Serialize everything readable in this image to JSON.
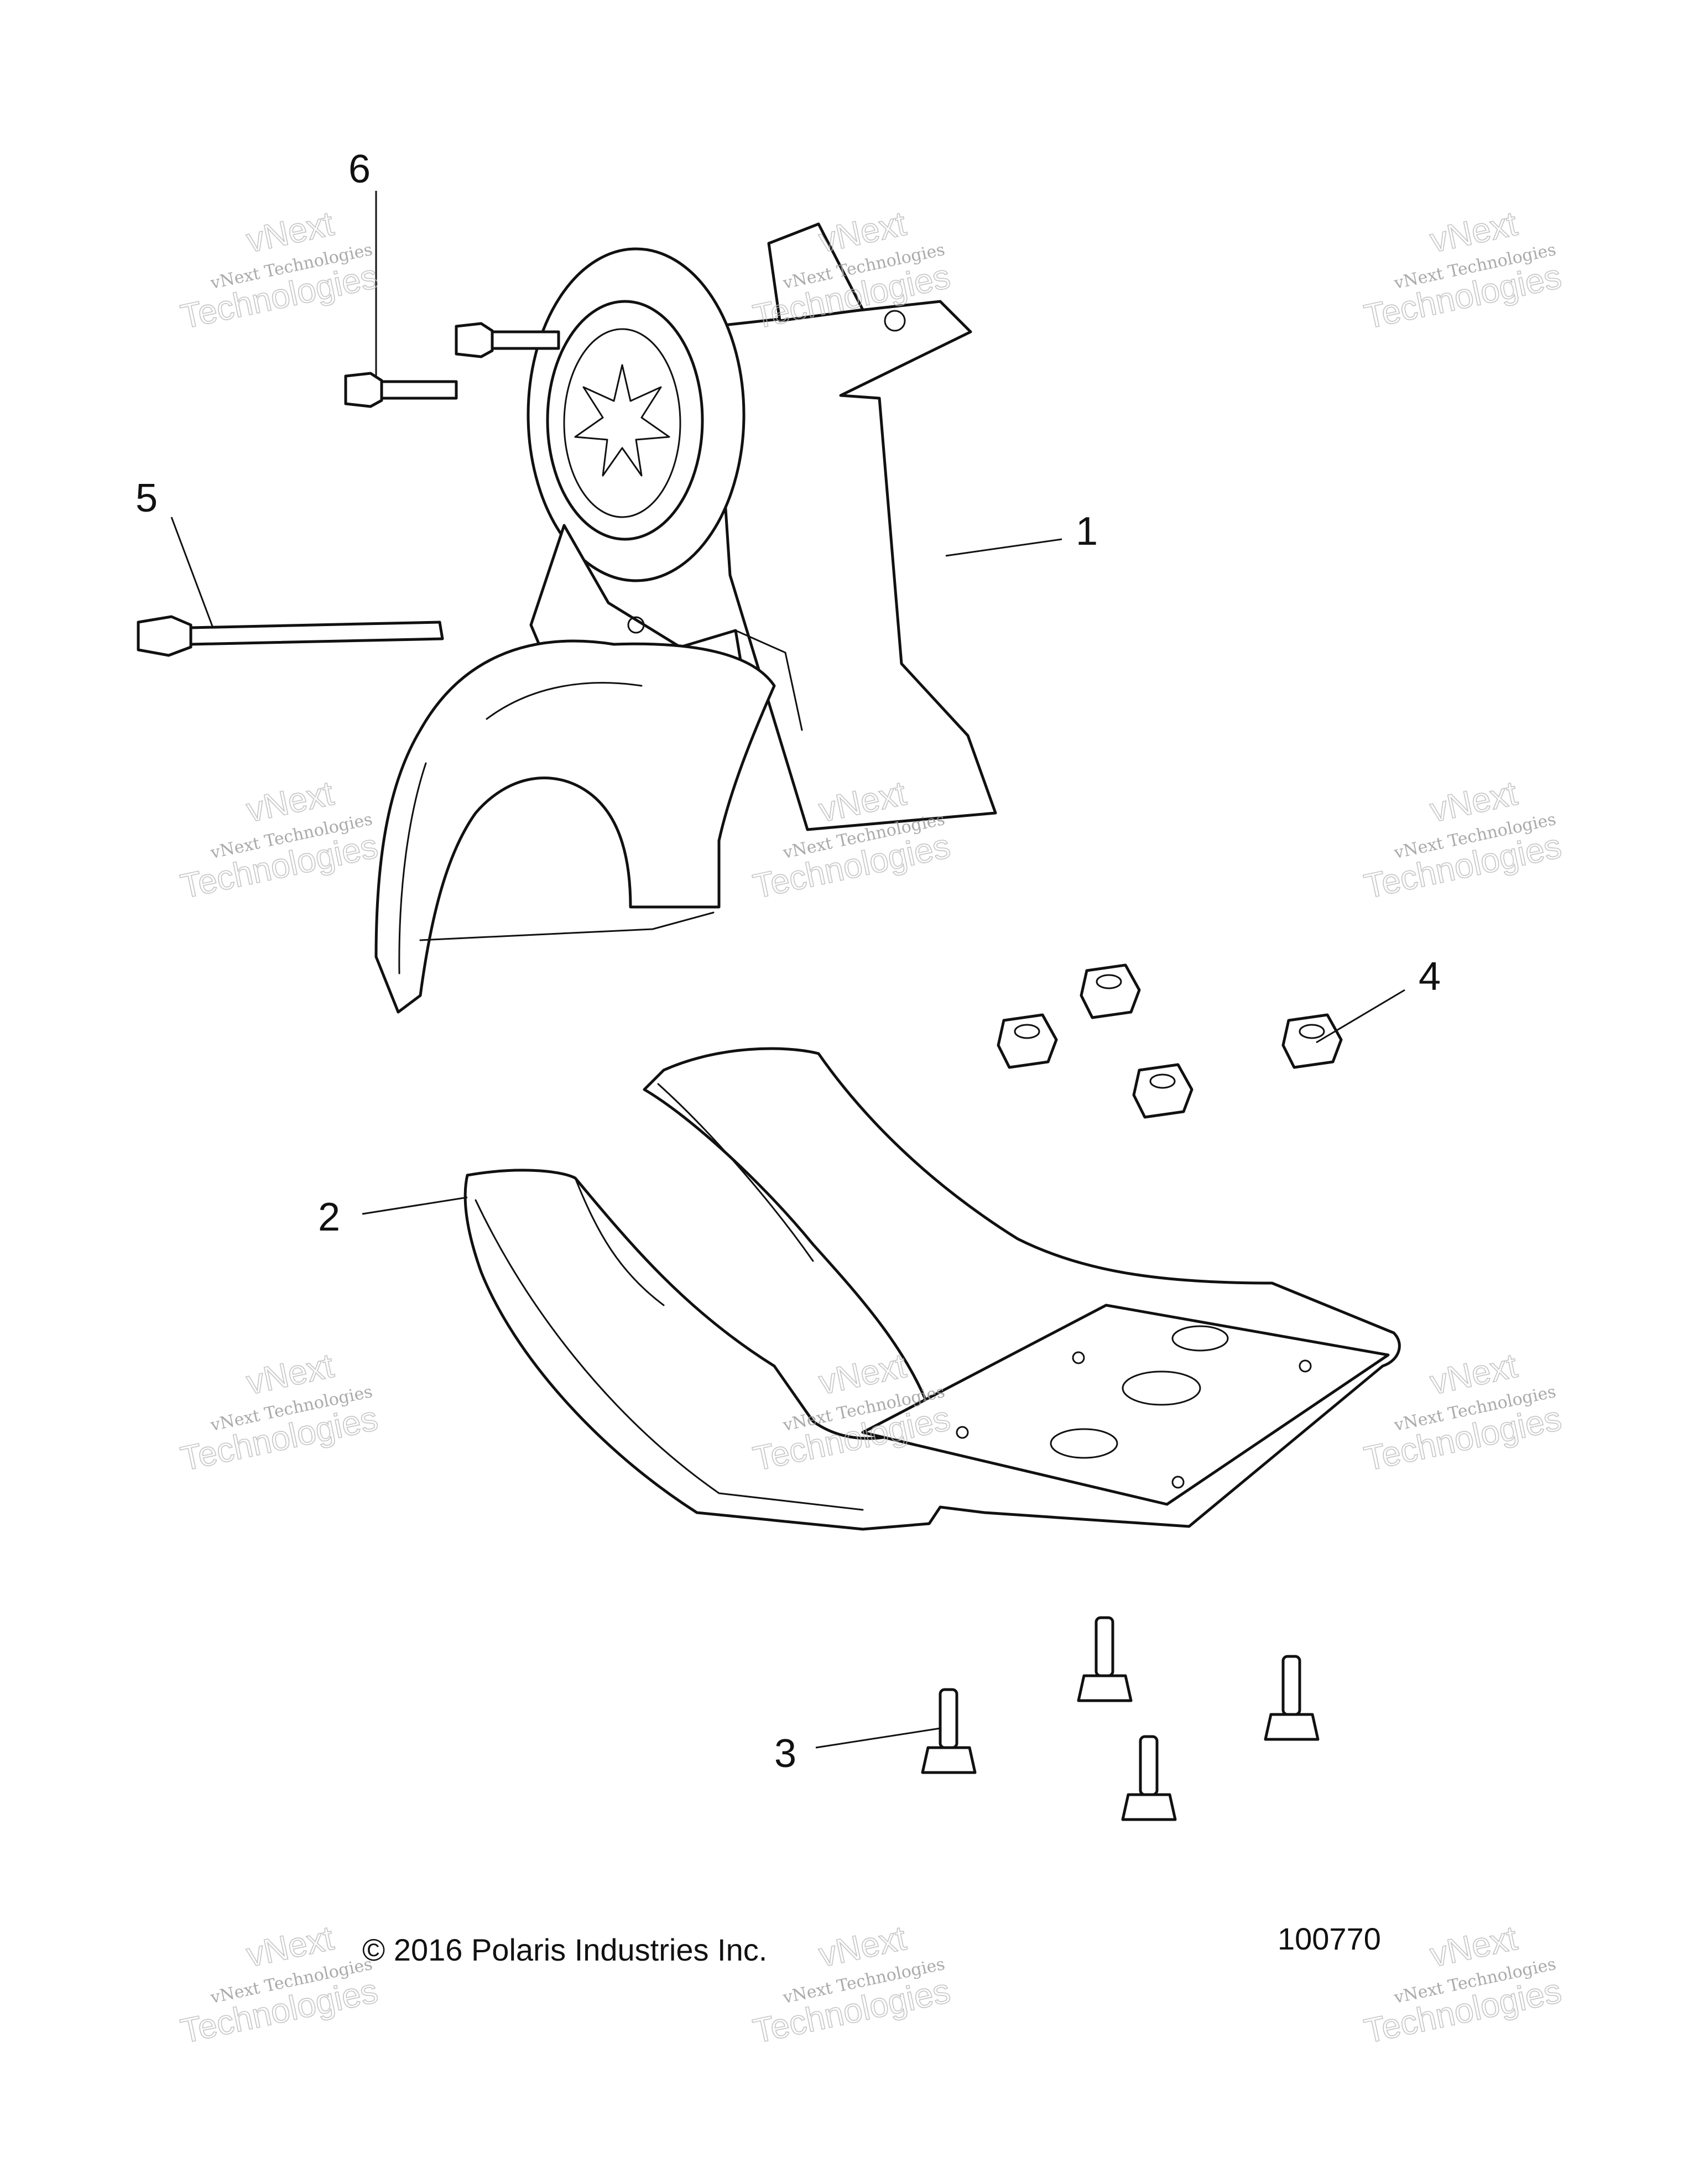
{
  "callouts": {
    "c1": "1",
    "c2": "2",
    "c3": "3",
    "c4": "4",
    "c5": "5",
    "c6": "6"
  },
  "footer": {
    "copyright": "© 2016 Polaris Industries Inc.",
    "diagram_number": "100770"
  },
  "watermark": {
    "brand": "vNext",
    "line1": "vNext Technologies",
    "line2": "Technologies"
  }
}
